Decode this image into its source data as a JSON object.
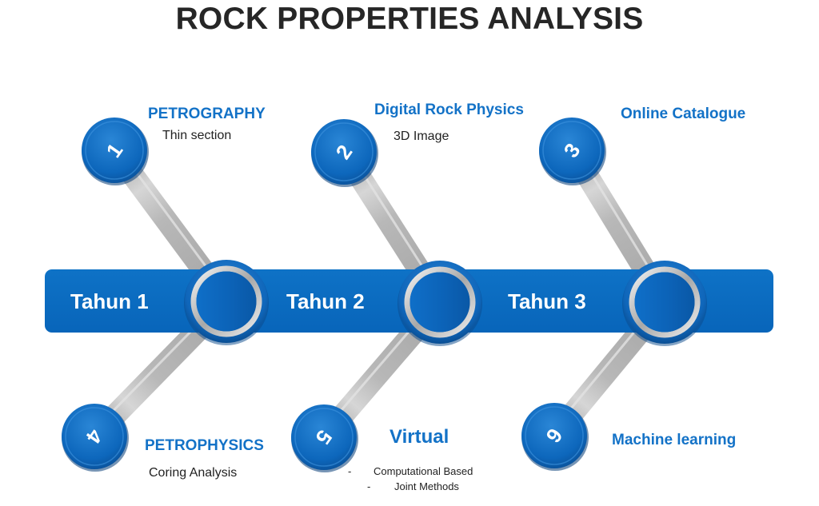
{
  "title": "ROCK PROPERTIES ANALYSIS",
  "colors": {
    "primary_blue": "#0A6DC2",
    "heading_blue": "#1372C7",
    "connector_gray": "#B4B4B4",
    "ring_silver": "#D8D8D8",
    "text_dark": "#262626"
  },
  "timeline": {
    "years": [
      {
        "label": "Tahun 1"
      },
      {
        "label": "Tahun 2"
      },
      {
        "label": "Tahun 3"
      }
    ]
  },
  "nodes": [
    {
      "number": "1",
      "heading": "PETROGRAPHY",
      "subtitle": "Thin section"
    },
    {
      "number": "2",
      "heading": "Digital Rock Physics",
      "subtitle": "3D Image"
    },
    {
      "number": "3",
      "heading": "Online Catalogue",
      "subtitle": ""
    },
    {
      "number": "4",
      "heading": "PETROPHYSICS",
      "subtitle": "Coring Analysis"
    },
    {
      "number": "5",
      "heading": "Virtual",
      "subtitle": "",
      "bullets": [
        "Computational Based",
        "Joint Methods"
      ]
    },
    {
      "number": "6",
      "heading": "Machine learning",
      "subtitle": ""
    }
  ]
}
